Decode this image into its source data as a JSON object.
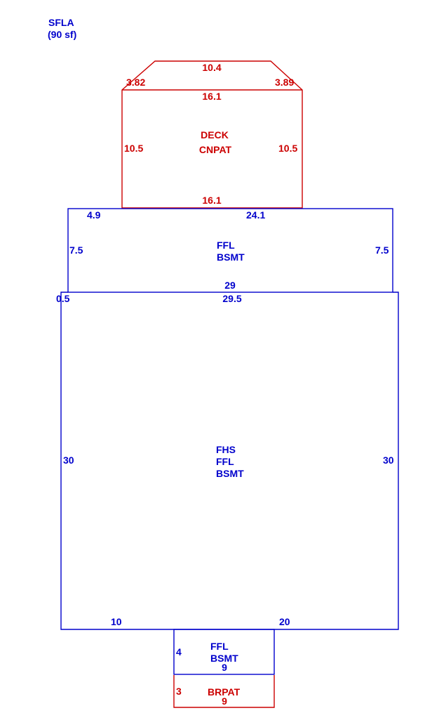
{
  "colors": {
    "blue": "#0000cc",
    "red": "#cc0000",
    "background": "#ffffff"
  },
  "header": {
    "line1": "SFLA",
    "line2": "(90 sf)"
  },
  "deck": {
    "top_edge": "10.4",
    "left_diagonal": "3.82",
    "right_diagonal": "3.89",
    "inner_top": "16.1",
    "left": "10.5",
    "right": "10.5",
    "bottom": "16.1",
    "label_1": "DECK",
    "label_2": "CNPAT"
  },
  "upper_section": {
    "top_left": "4.9",
    "top_right": "24.1",
    "left": "7.5",
    "right": "7.5",
    "bottom": "29",
    "label_1": "FFL",
    "label_2": "BSMT"
  },
  "main_section": {
    "top_left_jog": "0.5",
    "top": "29.5",
    "left": "30",
    "right": "30",
    "bottom_left": "10",
    "bottom_right": "20",
    "label_1": "FHS",
    "label_2": "FFL",
    "label_3": "BSMT"
  },
  "small_section": {
    "left": "4",
    "bottom": "9",
    "label_1": "FFL",
    "label_2": "BSMT"
  },
  "patio": {
    "left": "3",
    "bottom": "9",
    "label": "BRPAT"
  }
}
